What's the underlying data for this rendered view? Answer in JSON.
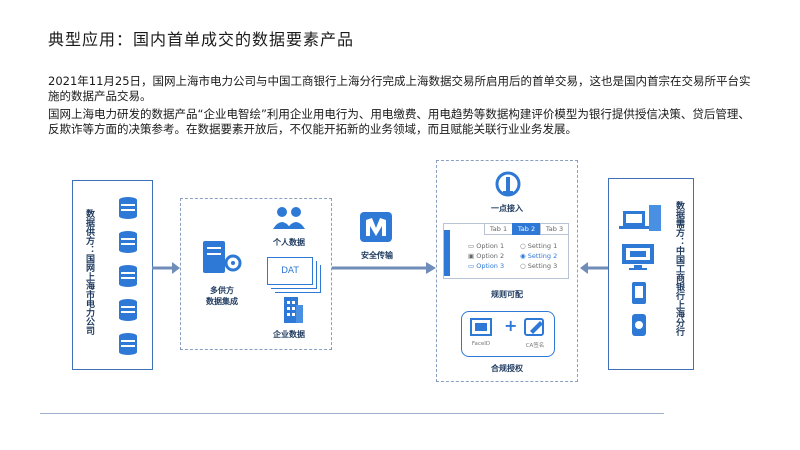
{
  "page": {
    "title": "典型应用：国内首单成交的数据要素产品",
    "paragraph1": "2021年11月25日，国网上海市电力公司与中国工商银行上海分行完成上海数据交易所启用后的首单交易，这也是国内首宗在交易所平台实施的数据产品交易。",
    "paragraph2": "国网上海电力研发的数据产品“企业电智绘”利用企业用电行为、用电缴费、用电趋势等数据构建评价模型为银行提供授信决策、贷后管理、反欺诈等方面的决策参考。在数据要素开放后，不仅能开拓新的业务领域，而且赋能关联行业业务发展。"
  },
  "diagram": {
    "supplier_label": "数据供方：国网上海市电力公司",
    "integration_label": "多供方\n数据集成",
    "personal_data": "个人数据",
    "dat_text": "DAT",
    "enterprise_data": "企业数据",
    "secure_transfer": "安全传输",
    "one_point_access": "一点接入",
    "tabs": [
      "Tab 1",
      "Tab 2",
      "Tab 3"
    ],
    "options": [
      "Option 1",
      "Option 2",
      "Option 3"
    ],
    "settings": [
      "Setting 1",
      "Setting 2",
      "Setting 3"
    ],
    "rules_visible": "规则可配",
    "faceid": "FaceID",
    "ca_sign": "CA签名",
    "plus": "+",
    "compliance_auth": "合规授权",
    "demander_label": "数据需方：中国工商银行上海分行"
  },
  "colors": {
    "accent": "#2e78d6",
    "dark": "#1f3a5f",
    "border": "#3f6fb5"
  }
}
